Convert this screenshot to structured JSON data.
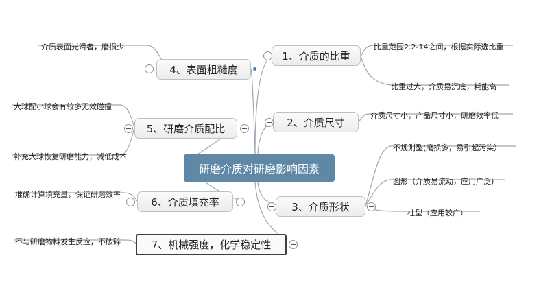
{
  "center": "研磨介质对研磨影响因素",
  "branches": [
    {
      "title": "1、介质的比重",
      "leaves": [
        "比重范围2.2-14之间，根据实际选比重",
        "比重过大，介质易沉底，耗能高"
      ]
    },
    {
      "title": "2、介质尺寸",
      "leaves": [
        "介质尺寸小，产品尺寸小，研磨效率低"
      ]
    },
    {
      "title": "3、介质形状",
      "leaves": [
        "不规则型(磨损多，易引起污染）",
        "圆形（介质易流动，应用广泛)",
        "柱型（应用较广）"
      ]
    },
    {
      "title": "4、表面粗糙度",
      "leaves": [
        "介质表面光滑者，磨损少"
      ]
    },
    {
      "title": "5、研磨介质配比",
      "leaves": [
        "大球配小球会有较多无效碰撞",
        "补充大球恢复研磨能力，减低成本"
      ]
    },
    {
      "title": "6、介质填充率",
      "leaves": [
        "准确计算填充量，保证研磨效率"
      ]
    },
    {
      "title": "7、机械强度，化学稳定性",
      "leaves": [
        "不与研磨物料发生反应，不破碎"
      ]
    }
  ]
}
